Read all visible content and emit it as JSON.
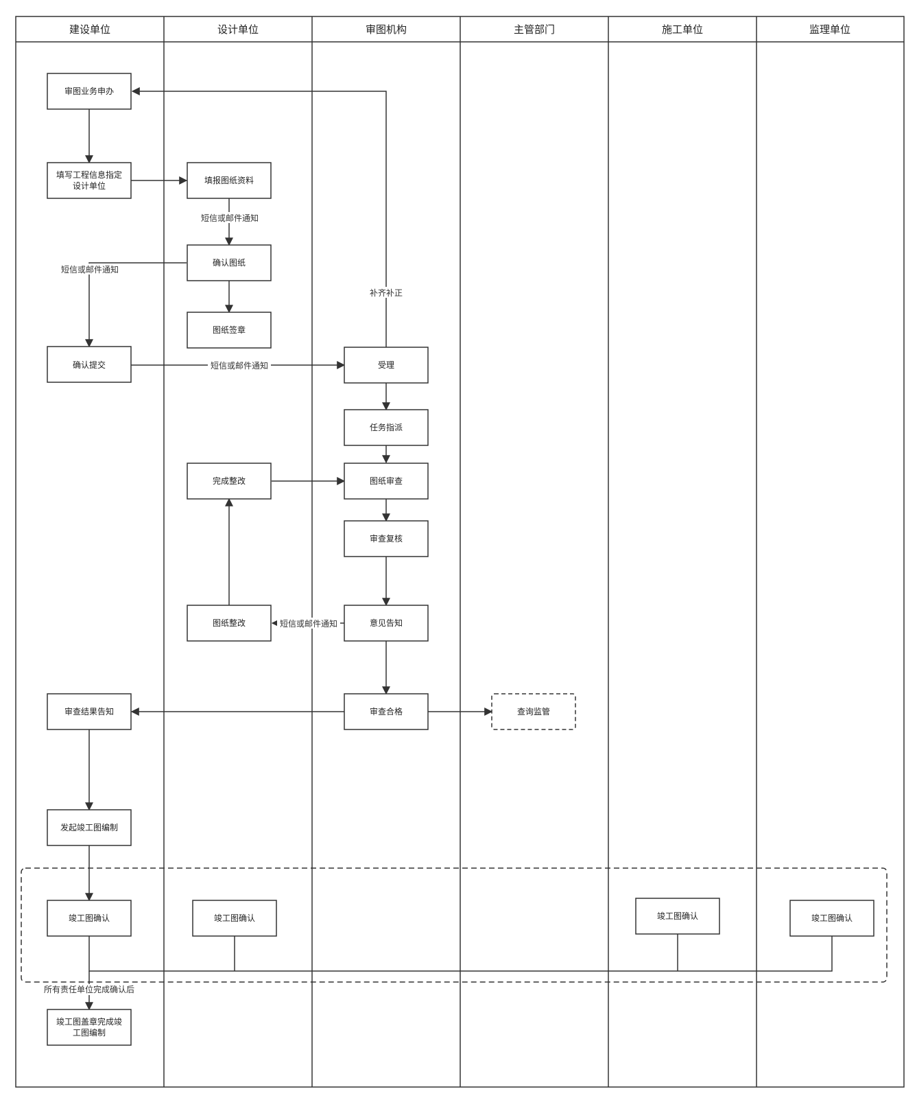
{
  "lanes": [
    "建设单位",
    "设计单位",
    "审图机构",
    "主管部门",
    "施工单位",
    "监理单位"
  ],
  "nodes": {
    "apply": "审图业务申办",
    "fill_info": [
      "填写工程信息指定",
      "设计单位"
    ],
    "fill_drawings": "填报图纸资料",
    "confirm_drawings": "确认图纸",
    "stamp": "图纸签章",
    "confirm_submit": "确认提交",
    "accept": "受理",
    "assign": "任务指派",
    "review": "图纸审查",
    "recheck": "审查复核",
    "opinion": "意见告知",
    "rectify": "图纸整改",
    "rectify_done": "完成整改",
    "qualified": "审查合格",
    "result_notice": "审查结果告知",
    "query_supervise": "查询监管",
    "start_asbuilt": "发起竣工图编制",
    "asbuilt_confirm_owner": "竣工图确认",
    "asbuilt_confirm_design": "竣工图确认",
    "asbuilt_confirm_construct": "竣工图确认",
    "asbuilt_confirm_supervisor": "竣工图确认",
    "final": [
      "竣工图盖章完成竣",
      "工图编制"
    ]
  },
  "edge_labels": {
    "notify_1": "短信或邮件通知",
    "notify_2": "短信或邮件通知",
    "notify_3": "短信或邮件通知",
    "notify_4": "短信或邮件通知",
    "supplement": "补齐补正",
    "after_all": "所有责任单位完成确认后"
  }
}
